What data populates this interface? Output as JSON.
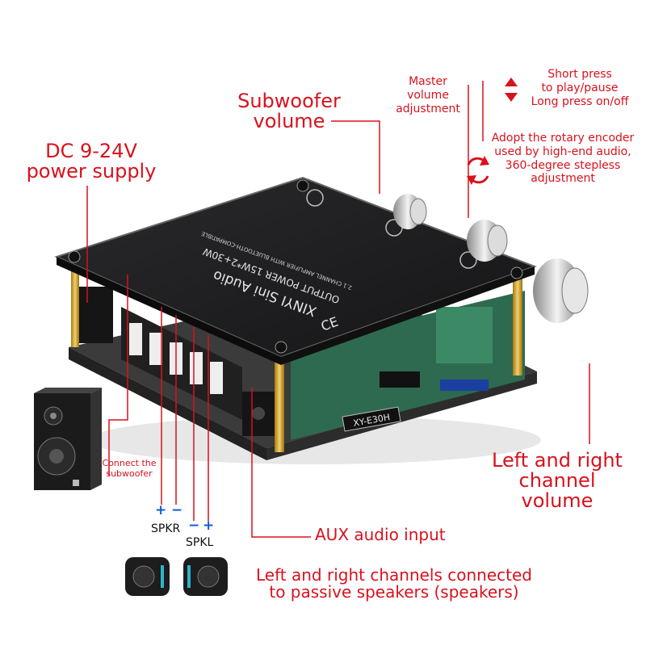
{
  "labels": {
    "subwoofer_volume": [
      "Subwoofer",
      "volume"
    ],
    "dc_power": [
      "DC 9-24V",
      "power supply"
    ],
    "master_volume": [
      "Master",
      "volume",
      "adjustment"
    ],
    "press": [
      "Short press",
      "to play/pause",
      "Long press on/off"
    ],
    "encoder": [
      "Adopt the rotary encoder",
      "used by high-end audio,",
      "360-degree stepless",
      "adjustment"
    ],
    "lr_volume": [
      "Left and right",
      "channel volume"
    ],
    "connect_sub": [
      "Connect the",
      "subwoofer"
    ],
    "aux_input": "AUX audio input",
    "passive": [
      "Left and right channels connected",
      "to passive speakers (speakers)"
    ],
    "spkr": "SPKR",
    "spkl": "SPKL",
    "plus": "+",
    "minus": "−"
  },
  "board_text": {
    "title": "XINYI Sini Audio",
    "power": "OUTPUT POWER 15W*2+30W",
    "channel": "2.1 CHANNEL AMPLIFIER WITH BLUETOOTH-COMPATIBLE",
    "model": "XY-E30H",
    "ce": "CE"
  },
  "colors": {
    "label_red": "#d8121d",
    "polarity_blue": "#1357d6",
    "board_black": "#1b1b1d",
    "pcb_green": "#2e6a50"
  }
}
